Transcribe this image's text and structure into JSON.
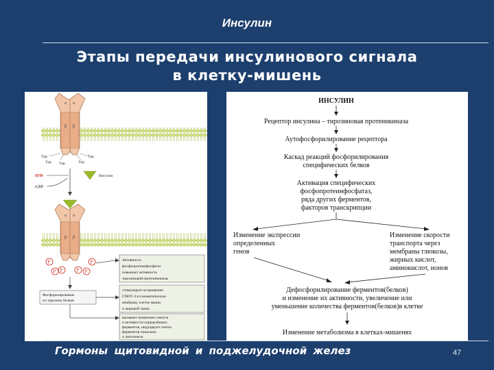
{
  "header": {
    "title": "Инсулин"
  },
  "slide": {
    "title_line1": "Этапы передачи инсулинового сигнала",
    "title_line2": "в клетку-мишень"
  },
  "left_diagram": {
    "subunit_alpha": "α",
    "subunit_beta": "β",
    "tyr": "Тир",
    "atp": "АТФ",
    "adp": "АДФ",
    "insulin": "Инсулин",
    "phospho": "P",
    "box1_lines": [
      "Активность",
      "фосфопротеинфосфатаз",
      "повышает активность",
      "тирозиновой протеинкиназы"
    ],
    "box2_lines": [
      "стимулирует встраивание",
      "ГЛЮТ-4 в плазматическую",
      "мембрану клеток мышц",
      "и жировой ткани"
    ],
    "box3_lines": [
      "вызывает изменение синтеза",
      "и активности определённых",
      "ферментов, индуцирует синтез",
      "ферментов гликолиза",
      "и липогенеза"
    ],
    "side_box_lines": [
      "Фосфорилирование",
      "по тирозину белков"
    ]
  },
  "right_diagram": {
    "title": "ИНСУЛИН",
    "step1": "Рецептор инсулина – тирозиновая протеинкиназа",
    "step2": "Аутофосфорилирование рецептора",
    "step3_lines": [
      "Каскад реакций фосфорилирования",
      "специфических белков"
    ],
    "step4_lines": [
      "Активация специфических",
      "фосфопротеинфосфатаз,",
      "ряда других ферментов,",
      "факторов транскрипции"
    ],
    "left_branch_lines": [
      "Изменение экспрессии",
      "определенных",
      "генов"
    ],
    "right_branch_lines": [
      "Изменение скорости",
      "транспорта через",
      "мембраны глюкозы,",
      "жирных кислот,",
      "аминокислот, ионов"
    ],
    "step5_lines": [
      "Дефосфорилирование ферментов(белков)",
      "и изменение их активности, увеличение или",
      "уменьшение количества ферментов(белков)в клетке"
    ],
    "step6": "Изменение метаболизма в клетках-мишенях"
  },
  "footer": {
    "text": "Гормоны  щитовидной  и поджелудочной  желез",
    "page": "47"
  },
  "colors": {
    "background": "#1c3f6e",
    "receptor_alpha": "#f1c6a9",
    "receptor_beta": "#e9ad88",
    "membrane": "#d1e27d",
    "insulin": "#9bbb2a",
    "atp_red": "#cc2a1e"
  }
}
